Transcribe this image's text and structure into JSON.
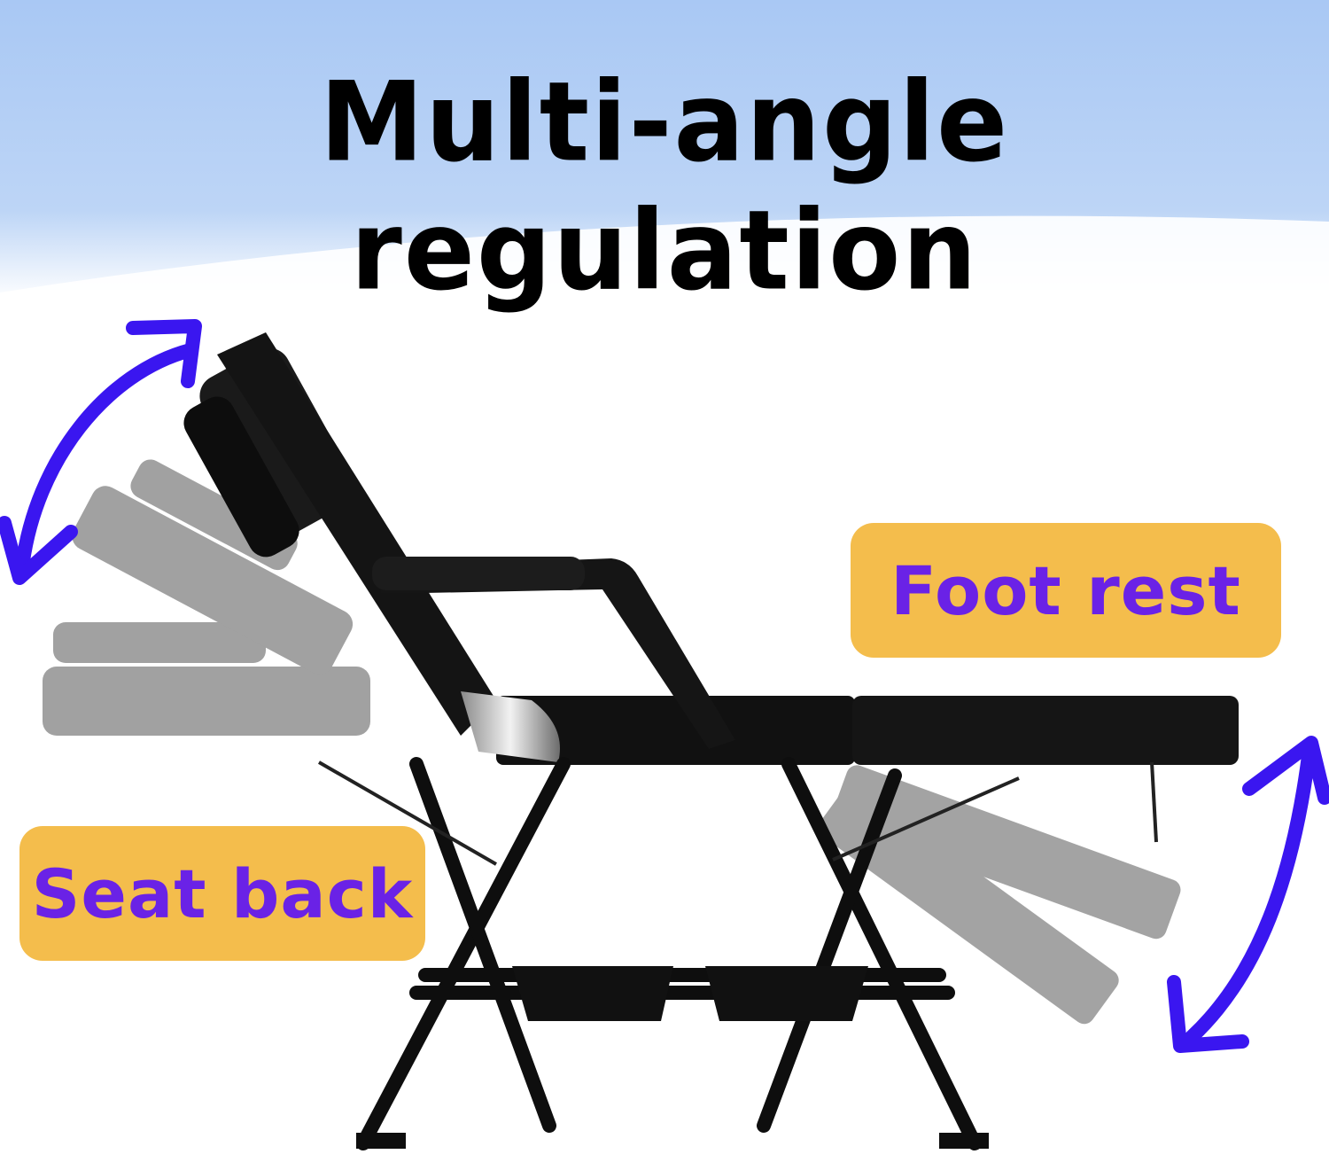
{
  "headline": "Multi-angle regulation",
  "labels": {
    "foot_rest": "Foot rest",
    "seat_back": "Seat back"
  },
  "colors": {
    "sky_top": "#a9c8f4",
    "label_bg": "#f4bd4c",
    "label_text": "#6a22e6",
    "arrow": "#3a16f0",
    "chair": "#111111"
  },
  "icons": [
    "double-arrow-icon",
    "double-arrow-icon"
  ]
}
